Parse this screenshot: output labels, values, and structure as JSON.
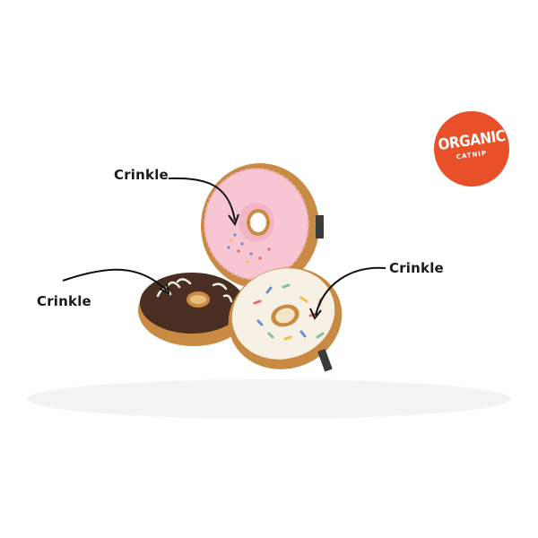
{
  "callouts": {
    "top": "Crinkle",
    "left": "Crinkle",
    "right": "Crinkle"
  },
  "badge": {
    "line1": "ORGANIC",
    "line2": "CATNIP",
    "color": "#e8502a"
  },
  "products": [
    {
      "name": "pink-donut",
      "frosting": "#f7c6d2",
      "dough": "#c98a44"
    },
    {
      "name": "chocolate-donut",
      "frosting": "#4a2e22",
      "dough": "#c98a44"
    },
    {
      "name": "vanilla-donut",
      "frosting": "#f6f1e4",
      "dough": "#c98a44"
    }
  ]
}
